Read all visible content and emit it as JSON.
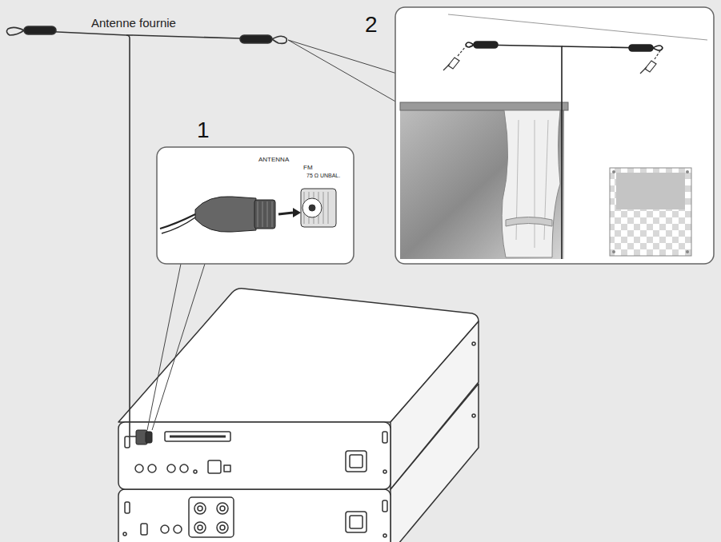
{
  "diagram": {
    "labels": [
      "Antenne fournie",
      "2",
      "1",
      "ANTENNA",
      "FM",
      "75 Ω UNBAL."
    ]
  }
}
